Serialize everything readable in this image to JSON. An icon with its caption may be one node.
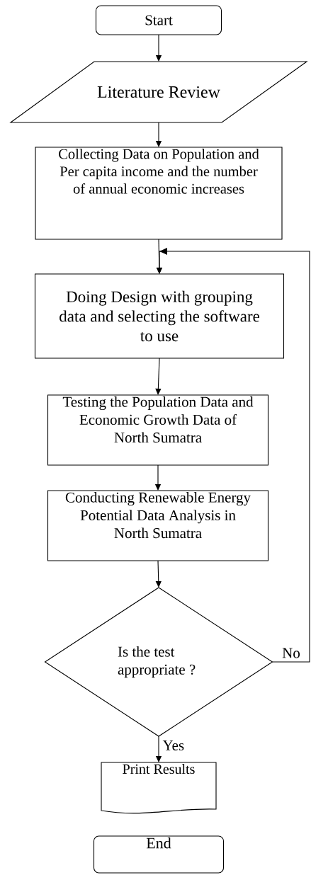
{
  "diagram": {
    "nodes": [
      {
        "text": [
          "Start"
        ]
      },
      {
        "text": [
          "Literature Review"
        ]
      },
      {
        "text": [
          "Collecting Data on Population and Per capita income and the number of annual economic increases"
        ]
      },
      {
        "text": [
          "Doing Design with grouping data and selecting the software to use"
        ]
      },
      {
        "text": [
          "Testing the Population Data and Economic Growth Data of North Sumatra"
        ]
      },
      {
        "text": [
          "Conducting Renewable Energy Potential Data Analysis in North Sumatra"
        ]
      },
      {
        "text": [
          "Is the test appropriate ?"
        ]
      },
      {
        "text": [
          "Print Results"
        ]
      },
      {
        "text": [
          "End"
        ]
      }
    ],
    "edges": [
      {
        "from": 0,
        "to": 1,
        "arrow": "to"
      },
      {
        "from": 1,
        "to": 2,
        "arrow": "to"
      },
      {
        "from": 2,
        "to": 3,
        "arrow": "to"
      },
      {
        "from": 3,
        "to": 4,
        "arrow": "to"
      },
      {
        "from": 4,
        "to": 5,
        "arrow": "to"
      },
      {
        "from": 5,
        "to": 6,
        "arrow": "to"
      },
      {
        "from": 6,
        "to": 7,
        "label": "Yes",
        "arrow": "to"
      },
      {
        "from": 6,
        "to": 3,
        "label": "No",
        "arrow": "to"
      }
    ]
  }
}
